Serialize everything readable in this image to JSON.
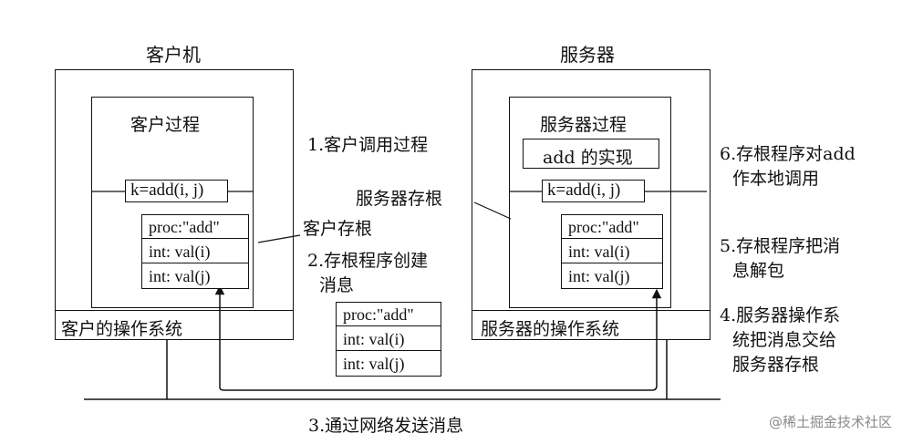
{
  "client": {
    "machine_title": "客户机",
    "process_label": "客户过程",
    "call_label": "k=add(i, j)",
    "stub_rows": [
      "proc:\"add\"",
      "int:   val(i)",
      "int:   val(j)"
    ],
    "os_label": "客户的操作系统"
  },
  "server": {
    "machine_title": "服务器",
    "process_label": "服务器过程",
    "impl_label": "add 的实现",
    "call_label": "k=add(i, j)",
    "stub_rows": [
      "proc:\"add\"",
      "int:   val(i)",
      "int:   val(j)"
    ],
    "os_label": "服务器的操作系统"
  },
  "message": {
    "rows": [
      "proc:\"add\"",
      "int:   val(i)",
      "int:   val(j)"
    ]
  },
  "labels": {
    "client_stub": "客户存根",
    "server_stub": "服务器存根"
  },
  "steps": {
    "s1": "1.客户调用过程",
    "s2_line1": "2.存根程序创建",
    "s2_line2": "消息",
    "s3": "3.通过网络发送消息",
    "s4_line1": "4.服务器操作系",
    "s4_line2": "统把消息交给",
    "s4_line3": "服务器存根",
    "s5_line1": "5.存根程序把消",
    "s5_line2": "息解包",
    "s6_line1": "6.存根程序对add",
    "s6_line2": "作本地调用"
  },
  "watermark": "@稀土掘金技术社区"
}
